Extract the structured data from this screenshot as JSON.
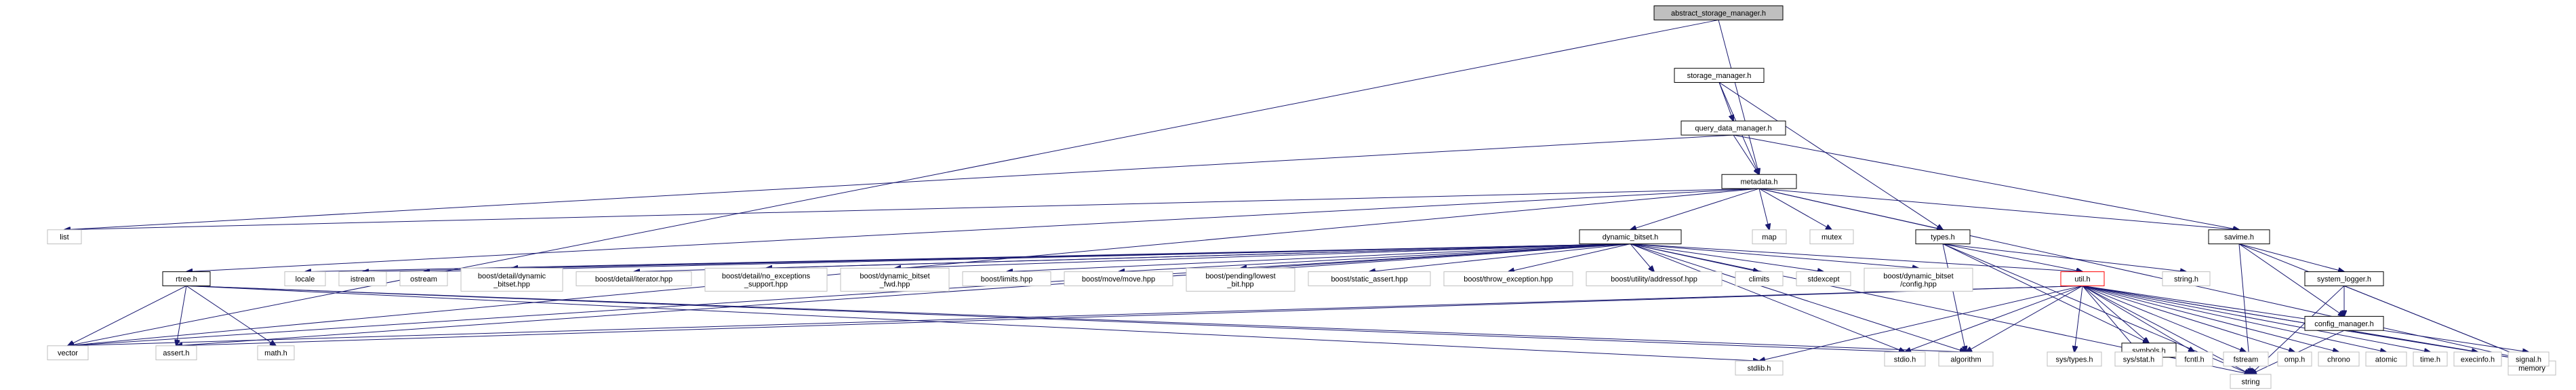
{
  "diagram": {
    "colors": {
      "edge": "#191970",
      "root_fill": "#bfbfbf",
      "border_normal": "#000000",
      "border_external": "#bfbfbf",
      "border_truncated": "#ff0000"
    },
    "nodes": [
      {
        "id": "abstract_storage_manager",
        "lines": [
          "abstract_storage_manager.h"
        ],
        "style": "root"
      },
      {
        "id": "storage_manager",
        "lines": [
          "storage_manager.h"
        ],
        "style": "normal"
      },
      {
        "id": "query_data_manager",
        "lines": [
          "query_data_manager.h"
        ],
        "style": "normal"
      },
      {
        "id": "metadata",
        "lines": [
          "metadata.h"
        ],
        "style": "normal"
      },
      {
        "id": "list",
        "lines": [
          "list"
        ],
        "style": "external"
      },
      {
        "id": "map",
        "lines": [
          "map"
        ],
        "style": "external"
      },
      {
        "id": "mutex",
        "lines": [
          "mutex"
        ],
        "style": "external"
      },
      {
        "id": "dynamic_bitset",
        "lines": [
          "dynamic_bitset.h"
        ],
        "style": "normal"
      },
      {
        "id": "types",
        "lines": [
          "types.h"
        ],
        "style": "normal"
      },
      {
        "id": "savime",
        "lines": [
          "savime.h"
        ],
        "style": "normal"
      },
      {
        "id": "string_h",
        "lines": [
          "string.h"
        ],
        "style": "external"
      },
      {
        "id": "system_logger",
        "lines": [
          "system_logger.h"
        ],
        "style": "normal"
      },
      {
        "id": "config_manager",
        "lines": [
          "config_manager.h"
        ],
        "style": "normal"
      },
      {
        "id": "memory",
        "lines": [
          "memory"
        ],
        "style": "external"
      },
      {
        "id": "string",
        "lines": [
          "string"
        ],
        "style": "external"
      },
      {
        "id": "util",
        "lines": [
          "util.h"
        ],
        "style": "truncated"
      },
      {
        "id": "symbols",
        "lines": [
          "symbols.h"
        ],
        "style": "normal"
      },
      {
        "id": "rtree",
        "lines": [
          "rtree.h"
        ],
        "style": "normal"
      },
      {
        "id": "vector",
        "lines": [
          "vector"
        ],
        "style": "external"
      },
      {
        "id": "assert",
        "lines": [
          "assert.h"
        ],
        "style": "external"
      },
      {
        "id": "math",
        "lines": [
          "math.h"
        ],
        "style": "external"
      },
      {
        "id": "stdlib",
        "lines": [
          "stdlib.h"
        ],
        "style": "external"
      },
      {
        "id": "stdio",
        "lines": [
          "stdio.h"
        ],
        "style": "external"
      },
      {
        "id": "algorithm",
        "lines": [
          "algorithm"
        ],
        "style": "external"
      },
      {
        "id": "locale",
        "lines": [
          "locale"
        ],
        "style": "external"
      },
      {
        "id": "istream",
        "lines": [
          "istream"
        ],
        "style": "external"
      },
      {
        "id": "ostream",
        "lines": [
          "ostream"
        ],
        "style": "external"
      },
      {
        "id": "b_dyn",
        "lines": [
          "boost/detail/dynamic",
          "_bitset.hpp"
        ],
        "style": "external"
      },
      {
        "id": "b_iter",
        "lines": [
          "boost/detail/iterator.hpp"
        ],
        "style": "external"
      },
      {
        "id": "b_noexc",
        "lines": [
          "boost/detail/no_exceptions",
          "_support.hpp"
        ],
        "style": "external"
      },
      {
        "id": "b_fwd",
        "lines": [
          "boost/dynamic_bitset",
          "_fwd.hpp"
        ],
        "style": "external"
      },
      {
        "id": "b_limits",
        "lines": [
          "boost/limits.hpp"
        ],
        "style": "external"
      },
      {
        "id": "b_move",
        "lines": [
          "boost/move/move.hpp"
        ],
        "style": "external"
      },
      {
        "id": "b_lowest",
        "lines": [
          "boost/pending/lowest",
          "_bit.hpp"
        ],
        "style": "external"
      },
      {
        "id": "b_sassert",
        "lines": [
          "boost/static_assert.hpp"
        ],
        "style": "external"
      },
      {
        "id": "b_throw",
        "lines": [
          "boost/throw_exception.hpp"
        ],
        "style": "external"
      },
      {
        "id": "b_addr",
        "lines": [
          "boost/utility/addressof.hpp"
        ],
        "style": "external"
      },
      {
        "id": "climits",
        "lines": [
          "climits"
        ],
        "style": "external"
      },
      {
        "id": "stdexcept",
        "lines": [
          "stdexcept"
        ],
        "style": "external"
      },
      {
        "id": "b_config",
        "lines": [
          "boost/dynamic_bitset",
          "/config.hpp"
        ],
        "style": "external"
      },
      {
        "id": "sys_types",
        "lines": [
          "sys/types.h"
        ],
        "style": "external"
      },
      {
        "id": "sys_stat",
        "lines": [
          "sys/stat.h"
        ],
        "style": "external"
      },
      {
        "id": "fcntl",
        "lines": [
          "fcntl.h"
        ],
        "style": "external"
      },
      {
        "id": "fstream",
        "lines": [
          "fstream"
        ],
        "style": "external"
      },
      {
        "id": "omp",
        "lines": [
          "omp.h"
        ],
        "style": "external"
      },
      {
        "id": "chrono",
        "lines": [
          "chrono"
        ],
        "style": "external"
      },
      {
        "id": "atomic",
        "lines": [
          "atomic"
        ],
        "style": "external"
      },
      {
        "id": "time",
        "lines": [
          "time.h"
        ],
        "style": "external"
      },
      {
        "id": "execinfo",
        "lines": [
          "execinfo.h"
        ],
        "style": "external"
      },
      {
        "id": "signal",
        "lines": [
          "signal.h"
        ],
        "style": "external"
      }
    ],
    "edges": [
      [
        "abstract_storage_manager",
        "metadata"
      ],
      [
        "abstract_storage_manager",
        "vector"
      ],
      [
        "storage_manager",
        "metadata"
      ],
      [
        "storage_manager",
        "query_data_manager"
      ],
      [
        "storage_manager",
        "types"
      ],
      [
        "query_data_manager",
        "metadata"
      ],
      [
        "query_data_manager",
        "list"
      ],
      [
        "query_data_manager",
        "savime"
      ],
      [
        "metadata",
        "list"
      ],
      [
        "metadata",
        "map"
      ],
      [
        "metadata",
        "mutex"
      ],
      [
        "metadata",
        "dynamic_bitset"
      ],
      [
        "metadata",
        "types"
      ],
      [
        "metadata",
        "savime"
      ],
      [
        "metadata",
        "memory"
      ],
      [
        "metadata",
        "rtree"
      ],
      [
        "metadata",
        "vector"
      ],
      [
        "dynamic_bitset",
        "locale"
      ],
      [
        "dynamic_bitset",
        "istream"
      ],
      [
        "dynamic_bitset",
        "ostream"
      ],
      [
        "dynamic_bitset",
        "b_dyn"
      ],
      [
        "dynamic_bitset",
        "b_iter"
      ],
      [
        "dynamic_bitset",
        "b_noexc"
      ],
      [
        "dynamic_bitset",
        "b_fwd"
      ],
      [
        "dynamic_bitset",
        "b_limits"
      ],
      [
        "dynamic_bitset",
        "b_move"
      ],
      [
        "dynamic_bitset",
        "b_lowest"
      ],
      [
        "dynamic_bitset",
        "b_sassert"
      ],
      [
        "dynamic_bitset",
        "b_throw"
      ],
      [
        "dynamic_bitset",
        "b_addr"
      ],
      [
        "dynamic_bitset",
        "climits"
      ],
      [
        "dynamic_bitset",
        "stdexcept"
      ],
      [
        "dynamic_bitset",
        "b_config"
      ],
      [
        "dynamic_bitset",
        "util"
      ],
      [
        "dynamic_bitset",
        "vector"
      ],
      [
        "dynamic_bitset",
        "assert"
      ],
      [
        "dynamic_bitset",
        "stdio"
      ],
      [
        "dynamic_bitset",
        "string"
      ],
      [
        "dynamic_bitset",
        "algorithm"
      ],
      [
        "types",
        "util"
      ],
      [
        "types",
        "symbols"
      ],
      [
        "types",
        "string_h"
      ],
      [
        "types",
        "string"
      ],
      [
        "types",
        "algorithm"
      ],
      [
        "savime",
        "system_logger"
      ],
      [
        "savime",
        "config_manager"
      ],
      [
        "savime",
        "memory"
      ],
      [
        "savime",
        "string"
      ],
      [
        "system_logger",
        "config_manager"
      ],
      [
        "system_logger",
        "memory"
      ],
      [
        "system_logger",
        "string"
      ],
      [
        "config_manager",
        "memory"
      ],
      [
        "config_manager",
        "string"
      ],
      [
        "rtree",
        "vector"
      ],
      [
        "rtree",
        "assert"
      ],
      [
        "rtree",
        "math"
      ],
      [
        "rtree",
        "stdlib"
      ],
      [
        "rtree",
        "stdio"
      ],
      [
        "rtree",
        "algorithm"
      ],
      [
        "util",
        "vector"
      ],
      [
        "util",
        "assert"
      ],
      [
        "util",
        "stdlib"
      ],
      [
        "util",
        "stdio"
      ],
      [
        "util",
        "algorithm"
      ],
      [
        "util",
        "sys_types"
      ],
      [
        "util",
        "sys_stat"
      ],
      [
        "util",
        "fcntl"
      ],
      [
        "util",
        "fstream"
      ],
      [
        "util",
        "omp"
      ],
      [
        "util",
        "chrono"
      ],
      [
        "util",
        "atomic"
      ],
      [
        "util",
        "time"
      ],
      [
        "util",
        "execinfo"
      ],
      [
        "util",
        "signal"
      ],
      [
        "util",
        "symbols"
      ],
      [
        "util",
        "string"
      ],
      [
        "util",
        "memory"
      ]
    ]
  }
}
